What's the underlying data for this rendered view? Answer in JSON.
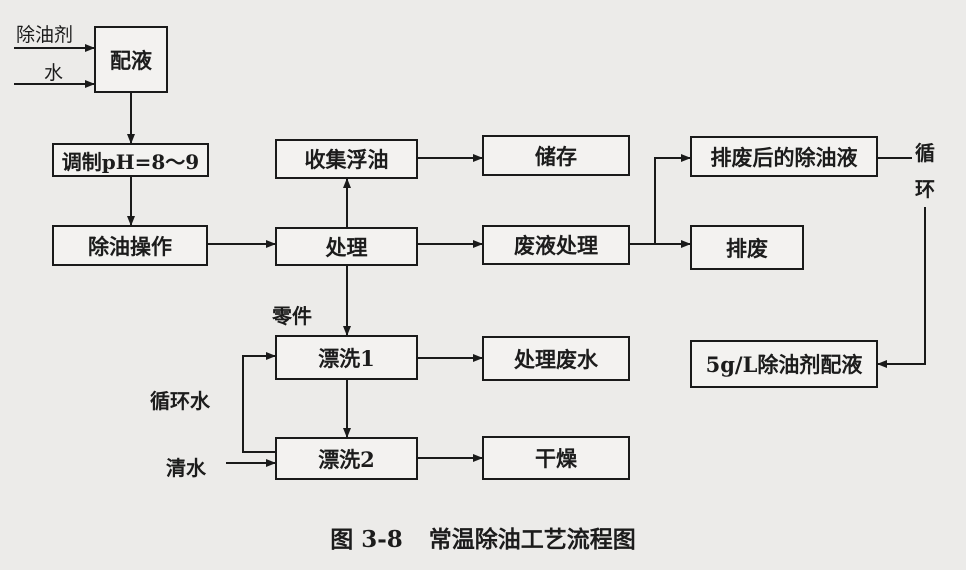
{
  "boxes": {
    "peiye": "配液",
    "tiaozhi": "调制pH=8～9",
    "chuyou": "除油操作",
    "shouji": "收集浮油",
    "chuli": "处理",
    "chucun": "储存",
    "feiye": "废液处理",
    "paifeihou": "排废后的除油液",
    "paifei": "排废",
    "piaoxi1": "漂洗1",
    "chulifeishui": "处理废水",
    "piaoxi2": "漂洗2",
    "ganzao": "干燥",
    "peiye5": "5g/L除油剂配液"
  },
  "labels": {
    "chuyouji": "除油剂",
    "shui": "水",
    "lingjian": "零件",
    "xunhuanshui": "循环水",
    "qingshui": "清水",
    "xunhuan_1": "循",
    "xunhuan_2": "环"
  },
  "caption": {
    "number": "图 3-8",
    "title": "常温除油工艺流程图"
  }
}
